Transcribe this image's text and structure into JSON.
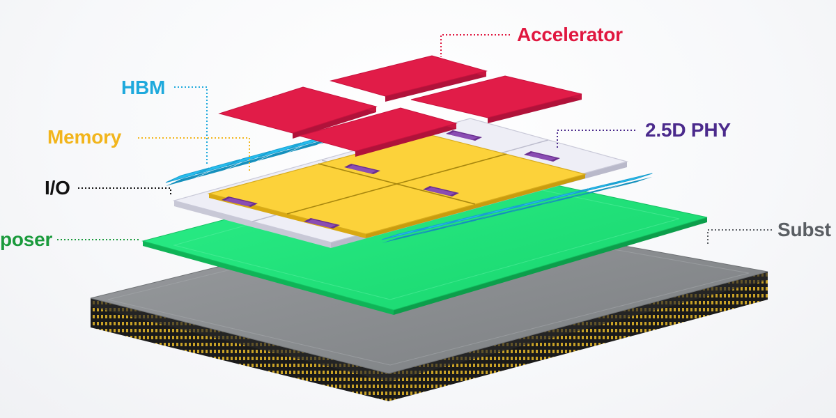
{
  "labels": {
    "accelerator": {
      "text": "Accelerator",
      "color": "#e0173f"
    },
    "hbm": {
      "text": "HBM",
      "color": "#1ea9dc"
    },
    "memory": {
      "text": "Memory",
      "color": "#f2b51c"
    },
    "phy": {
      "text": "2.5D PHY",
      "color": "#4b2a8c"
    },
    "io": {
      "text": "I/O",
      "color": "#111111"
    },
    "interposer": {
      "text": "poser",
      "color": "#1a9a3c"
    },
    "substrate": {
      "text": "Subst",
      "color": "#5a5e63"
    }
  },
  "colors": {
    "accelerator": "#e11c48",
    "accelerator_side": "#b0123a",
    "memory": "#fcd23a",
    "phy_pad": "#6a2f8f",
    "io_plane": "#eeeef5",
    "hbm_tile": "#26bdee",
    "interposer": "#1fe07a",
    "substrate_top": "#8a8d90",
    "substrate_side": "#1c1c1c",
    "substrate_pins": "#c9a227"
  }
}
